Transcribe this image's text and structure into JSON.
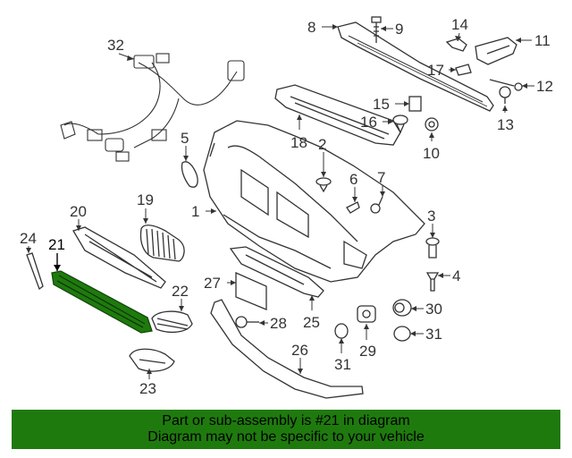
{
  "diagram": {
    "highlight_color": "#1f7a0e",
    "callouts": [
      {
        "id": "c1",
        "label": "1"
      },
      {
        "id": "c2",
        "label": "2"
      },
      {
        "id": "c3",
        "label": "3"
      },
      {
        "id": "c4",
        "label": "4"
      },
      {
        "id": "c5",
        "label": "5"
      },
      {
        "id": "c6",
        "label": "6"
      },
      {
        "id": "c7",
        "label": "7"
      },
      {
        "id": "c8",
        "label": "8"
      },
      {
        "id": "c9",
        "label": "9"
      },
      {
        "id": "c10",
        "label": "10"
      },
      {
        "id": "c11",
        "label": "11"
      },
      {
        "id": "c12",
        "label": "12"
      },
      {
        "id": "c13",
        "label": "13"
      },
      {
        "id": "c14",
        "label": "14"
      },
      {
        "id": "c15",
        "label": "15"
      },
      {
        "id": "c16",
        "label": "16"
      },
      {
        "id": "c17",
        "label": "17"
      },
      {
        "id": "c18",
        "label": "18"
      },
      {
        "id": "c19",
        "label": "19"
      },
      {
        "id": "c20",
        "label": "20"
      },
      {
        "id": "c21",
        "label": "21"
      },
      {
        "id": "c22",
        "label": "22"
      },
      {
        "id": "c23",
        "label": "23"
      },
      {
        "id": "c24",
        "label": "24"
      },
      {
        "id": "c25",
        "label": "25"
      },
      {
        "id": "c26",
        "label": "26"
      },
      {
        "id": "c27",
        "label": "27"
      },
      {
        "id": "c28",
        "label": "28"
      },
      {
        "id": "c29",
        "label": "29"
      },
      {
        "id": "c30",
        "label": "30"
      },
      {
        "id": "c31a",
        "label": "31"
      },
      {
        "id": "c31b",
        "label": "31"
      },
      {
        "id": "c32",
        "label": "32"
      }
    ]
  },
  "footer": {
    "line1": "Part or sub-assembly is #21 in diagram",
    "line2": "Diagram may not be specific to your vehicle",
    "background": "#1f7a0e"
  }
}
